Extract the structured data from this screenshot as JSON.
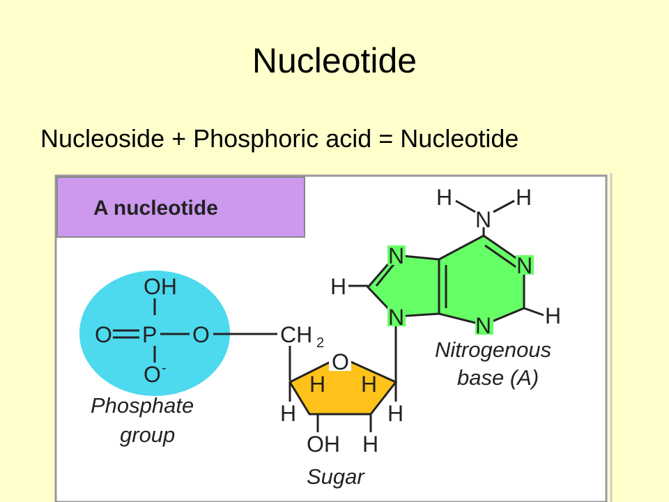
{
  "slide": {
    "title": "Nucleotide",
    "subtitle": "Nucleoside + Phosphoric acid = Nucleotide"
  },
  "diagram": {
    "header": "A nucleotide",
    "phosphate": {
      "oh": "OH",
      "o_left": "O",
      "eq": "=",
      "p": "P",
      "o_right": "O",
      "o_minus": "O",
      "minus": "-",
      "caption_line1": "Phosphate",
      "caption_line2": "group"
    },
    "sugar": {
      "ch": "CH",
      "ch_sub": "2",
      "o_ring": "O",
      "h_inner_left": "H",
      "h_inner_right": "H",
      "h_outer_left": "H",
      "h_outer_right": "H",
      "oh_bottom": "OH",
      "h_bottom": "H",
      "caption": "Sugar"
    },
    "base": {
      "h_top_left": "H",
      "h_top_right": "H",
      "n_amine": "N",
      "n_top_left": "N",
      "n_right": "N",
      "n_bottom_left": "N",
      "n_bottom_right": "N",
      "h_left": "H",
      "h_right": "H",
      "caption_line1": "Nitrogenous",
      "caption_line2": "base (A)"
    },
    "colors": {
      "panel_border": "#999999",
      "header_fill": "#cc99ee",
      "phosphate_fill": "#4dd9ee",
      "sugar_fill": "#ffc21a",
      "base_fill": "#66ff66"
    }
  }
}
